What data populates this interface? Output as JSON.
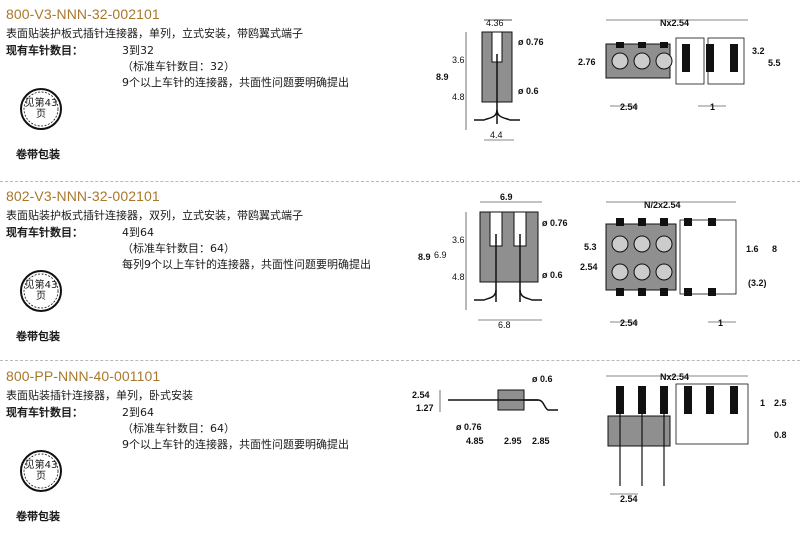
{
  "sections": [
    {
      "part_number": "800-V3-NNN-32-002101",
      "description": "表面贴装护板式插针连接器，单列，立式安装，带鸥翼式端子",
      "pins_label": "现有车针数目：",
      "pins_value": "3到32",
      "standard_note": "（标准车针数目：32）",
      "extra_note": "9个以上车针的连接器，共面性问题要明确提出",
      "reel_badge": [
        "见第43",
        "页"
      ],
      "packaging": "卷带包装",
      "dims": {
        "side": {
          "width_top": "4.36",
          "h1": "3.6",
          "total": "8.9",
          "h2": "4.8",
          "dia1": "ø 0.76",
          "dia2": "ø 0.6",
          "bottom": "4.4"
        },
        "top": {
          "n_pitch": "Nx2.54",
          "row": "2.76",
          "h1": "3.2",
          "h2": "5.5",
          "pitch": "2.54",
          "w": "1"
        }
      }
    },
    {
      "part_number": "802-V3-NNN-32-002101",
      "description": "表面贴装护板式插针连接器，双列，立式安装，带鸥翼式端子",
      "pins_label": "现有车针数目：",
      "pins_value": "4到64",
      "standard_note": "（标准车针数目：64）",
      "extra_note": "每列9个以上车针的连接器，共面性问题要明确提出",
      "reel_badge": [
        "见第43",
        "页"
      ],
      "packaging": "卷带包装",
      "dims": {
        "side": {
          "width_top": "6.9",
          "h1": "3.6",
          "h_mid": "6.9",
          "total": "8.9",
          "h2": "4.8",
          "dia1": "ø 0.76",
          "dia2": "ø 0.6",
          "bottom": "6.8"
        },
        "top": {
          "n_pitch": "N/2x2.54",
          "row": "5.3",
          "row2": "2.54",
          "h1": "1.6",
          "h2": "8",
          "h3": "(3.2)",
          "pitch": "2.54",
          "w": "1"
        }
      }
    },
    {
      "part_number": "800-PP-NNN-40-001101",
      "description": "表面贴装插针连接器，单列，卧式安装",
      "pins_label": "现有车针数目：",
      "pins_value": "2到64",
      "standard_note": "（标准车针数目：64）",
      "extra_note": "9个以上车针的连接器，共面性问题要明确提出",
      "reel_badge": [
        "见第43",
        "页"
      ],
      "packaging": "卷带包装",
      "dims": {
        "side": {
          "h1": "2.54",
          "h2": "1.27",
          "dia1": "ø 0.6",
          "dia2": "ø 0.76",
          "l1": "4.85",
          "l2": "2.95",
          "l3": "2.85"
        },
        "top": {
          "n_pitch": "Nx2.54",
          "h1": "1",
          "h2": "2.5",
          "h3": "0.8",
          "pitch": "2.54"
        }
      }
    }
  ],
  "colors": {
    "part_number": "#a8782c",
    "body": "#8f8f8f",
    "pad": "#1a1a1a",
    "line": "#1a1a1a"
  }
}
